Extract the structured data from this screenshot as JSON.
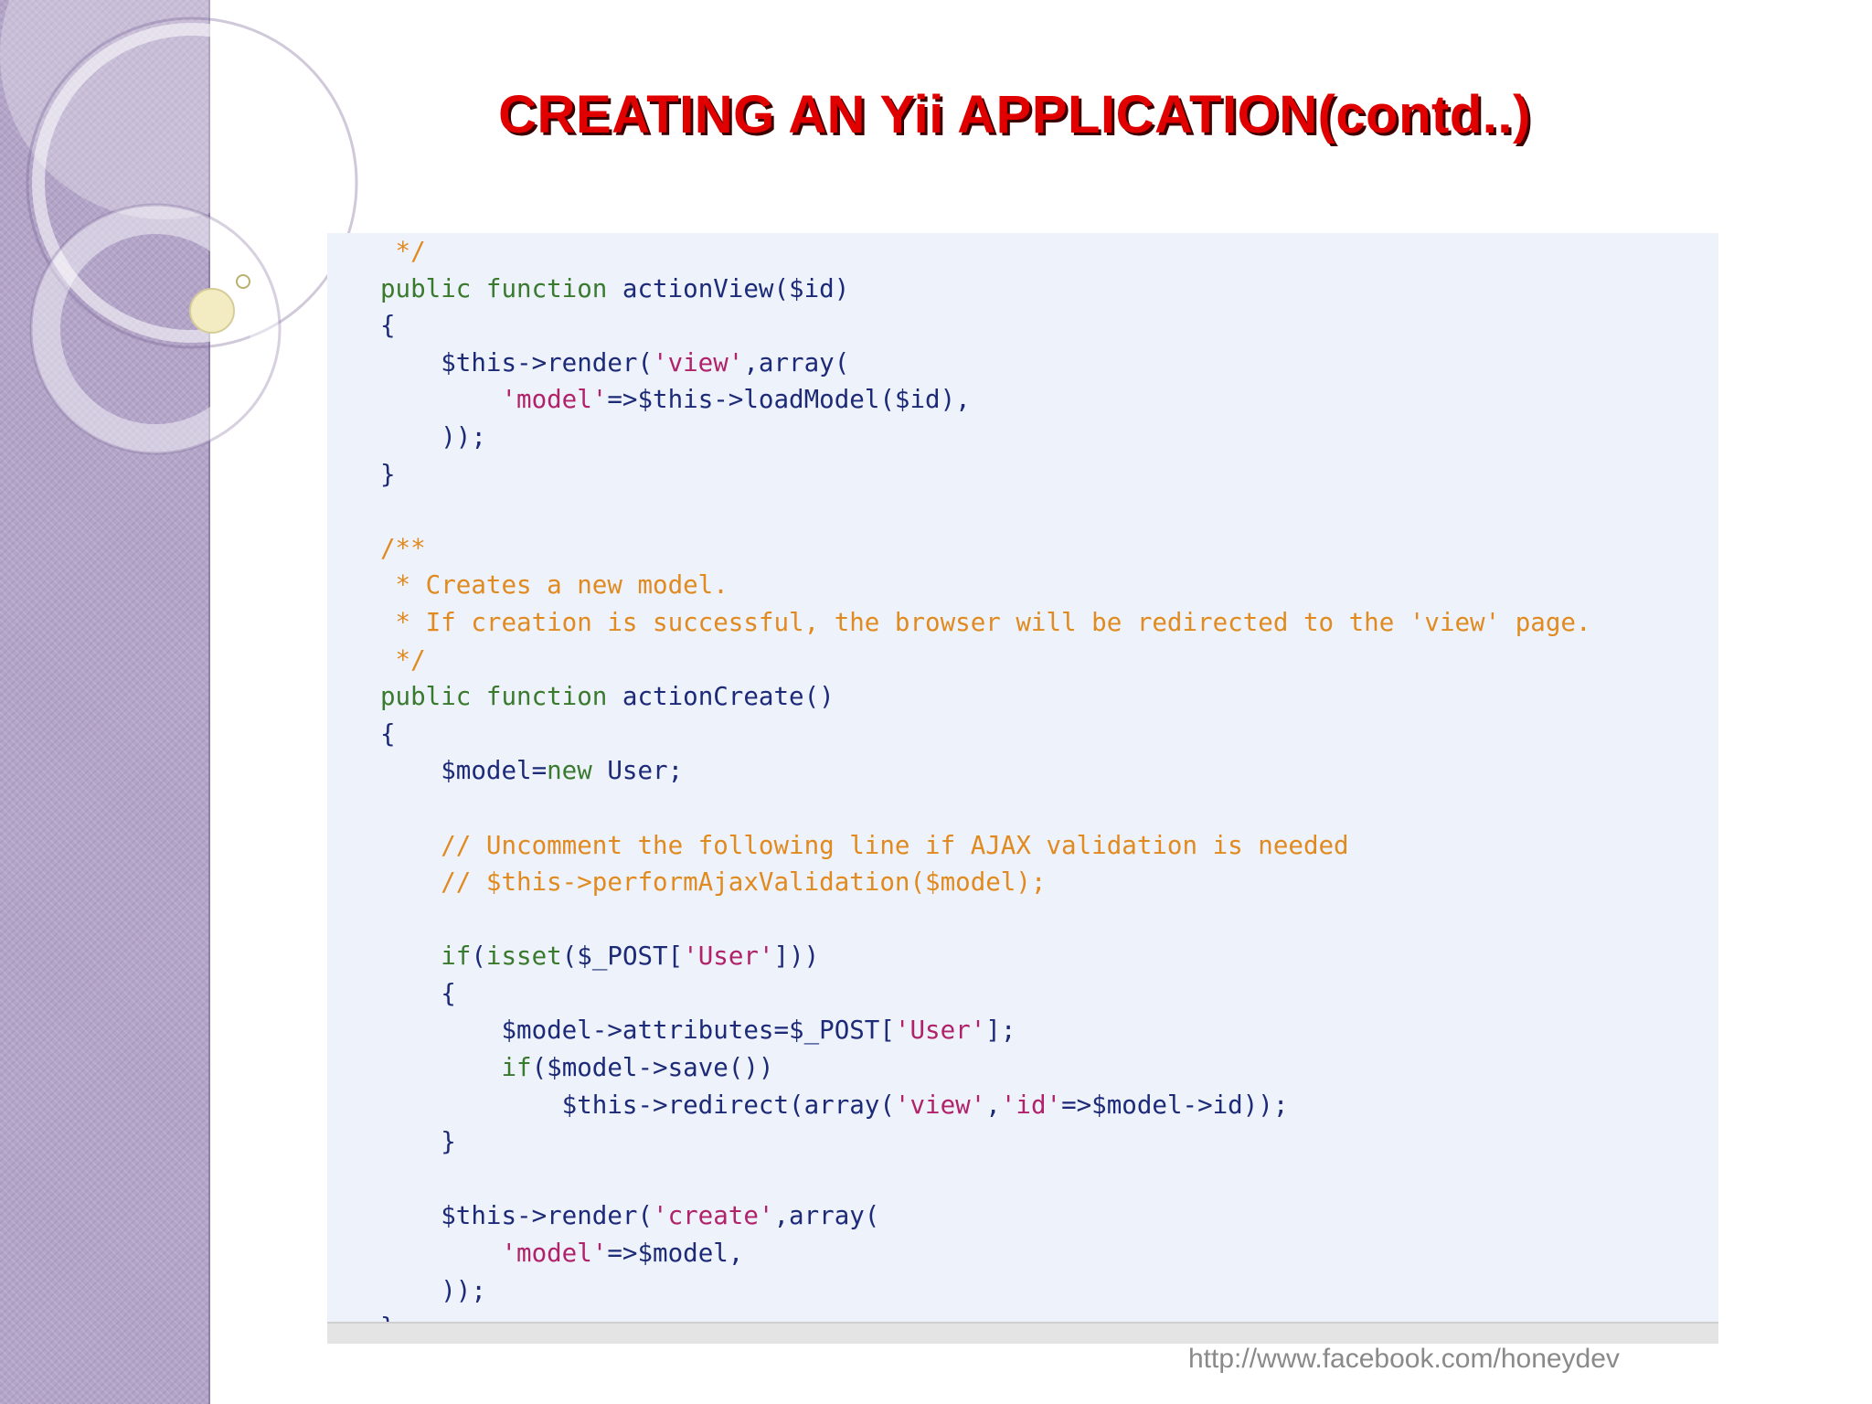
{
  "slide": {
    "title": "CREATING AN Yii APPLICATION(contd..)",
    "footer_link": "http://www.facebook.com/honeydev"
  },
  "colors": {
    "title": "#e00000",
    "side_band": "#b3a5c8",
    "code_background": "#eef2fb",
    "keyword": "#3a7a2e",
    "string": "#b0226a",
    "comment": "#e08a1f",
    "identifier": "#1c2a78"
  },
  "code_lines": [
    [
      {
        "t": " */",
        "c": "cm"
      }
    ],
    [
      {
        "t": "public function",
        "c": "kw"
      },
      {
        "t": " actionView($id)",
        "c": "pl"
      }
    ],
    [
      {
        "t": "{",
        "c": "pl"
      }
    ],
    [
      {
        "t": "    $this->render(",
        "c": "pl"
      },
      {
        "t": "'view'",
        "c": "str"
      },
      {
        "t": ",array(",
        "c": "pl"
      }
    ],
    [
      {
        "t": "        ",
        "c": "pl"
      },
      {
        "t": "'model'",
        "c": "str"
      },
      {
        "t": "=>$this->loadModel($id),",
        "c": "pl"
      }
    ],
    [
      {
        "t": "    ));",
        "c": "pl"
      }
    ],
    [
      {
        "t": "}",
        "c": "pl"
      }
    ],
    [
      {
        "t": "",
        "c": "pl"
      }
    ],
    [
      {
        "t": "/**",
        "c": "cm"
      }
    ],
    [
      {
        "t": " * Creates a new model.",
        "c": "cm"
      }
    ],
    [
      {
        "t": " * If creation is successful, the browser will be redirected to the 'view' page.",
        "c": "cm"
      }
    ],
    [
      {
        "t": " */",
        "c": "cm"
      }
    ],
    [
      {
        "t": "public function",
        "c": "kw"
      },
      {
        "t": " actionCreate()",
        "c": "pl"
      }
    ],
    [
      {
        "t": "{",
        "c": "pl"
      }
    ],
    [
      {
        "t": "    $model=",
        "c": "pl"
      },
      {
        "t": "new",
        "c": "kw"
      },
      {
        "t": " User;",
        "c": "pl"
      }
    ],
    [
      {
        "t": "",
        "c": "pl"
      }
    ],
    [
      {
        "t": "    // Uncomment the following line if AJAX validation is needed",
        "c": "cm"
      }
    ],
    [
      {
        "t": "    // $this->performAjaxValidation($model);",
        "c": "cm"
      }
    ],
    [
      {
        "t": "",
        "c": "pl"
      }
    ],
    [
      {
        "t": "    ",
        "c": "pl"
      },
      {
        "t": "if",
        "c": "kw"
      },
      {
        "t": "(",
        "c": "pl"
      },
      {
        "t": "isset",
        "c": "kw"
      },
      {
        "t": "($_POST[",
        "c": "pl"
      },
      {
        "t": "'User'",
        "c": "str"
      },
      {
        "t": "]))",
        "c": "pl"
      }
    ],
    [
      {
        "t": "    {",
        "c": "pl"
      }
    ],
    [
      {
        "t": "        $model->attributes=$_POST[",
        "c": "pl"
      },
      {
        "t": "'User'",
        "c": "str"
      },
      {
        "t": "];",
        "c": "pl"
      }
    ],
    [
      {
        "t": "        ",
        "c": "pl"
      },
      {
        "t": "if",
        "c": "kw"
      },
      {
        "t": "($model->save())",
        "c": "pl"
      }
    ],
    [
      {
        "t": "            $this->redirect(array(",
        "c": "pl"
      },
      {
        "t": "'view'",
        "c": "str"
      },
      {
        "t": ",",
        "c": "pl"
      },
      {
        "t": "'id'",
        "c": "str"
      },
      {
        "t": "=>$model->id));",
        "c": "pl"
      }
    ],
    [
      {
        "t": "    }",
        "c": "pl"
      }
    ],
    [
      {
        "t": "",
        "c": "pl"
      }
    ],
    [
      {
        "t": "    $this->render(",
        "c": "pl"
      },
      {
        "t": "'create'",
        "c": "str"
      },
      {
        "t": ",array(",
        "c": "pl"
      }
    ],
    [
      {
        "t": "        ",
        "c": "pl"
      },
      {
        "t": "'model'",
        "c": "str"
      },
      {
        "t": "=>$model,",
        "c": "pl"
      }
    ],
    [
      {
        "t": "    ));",
        "c": "pl"
      }
    ],
    [
      {
        "t": "}",
        "c": "pl"
      }
    ]
  ]
}
